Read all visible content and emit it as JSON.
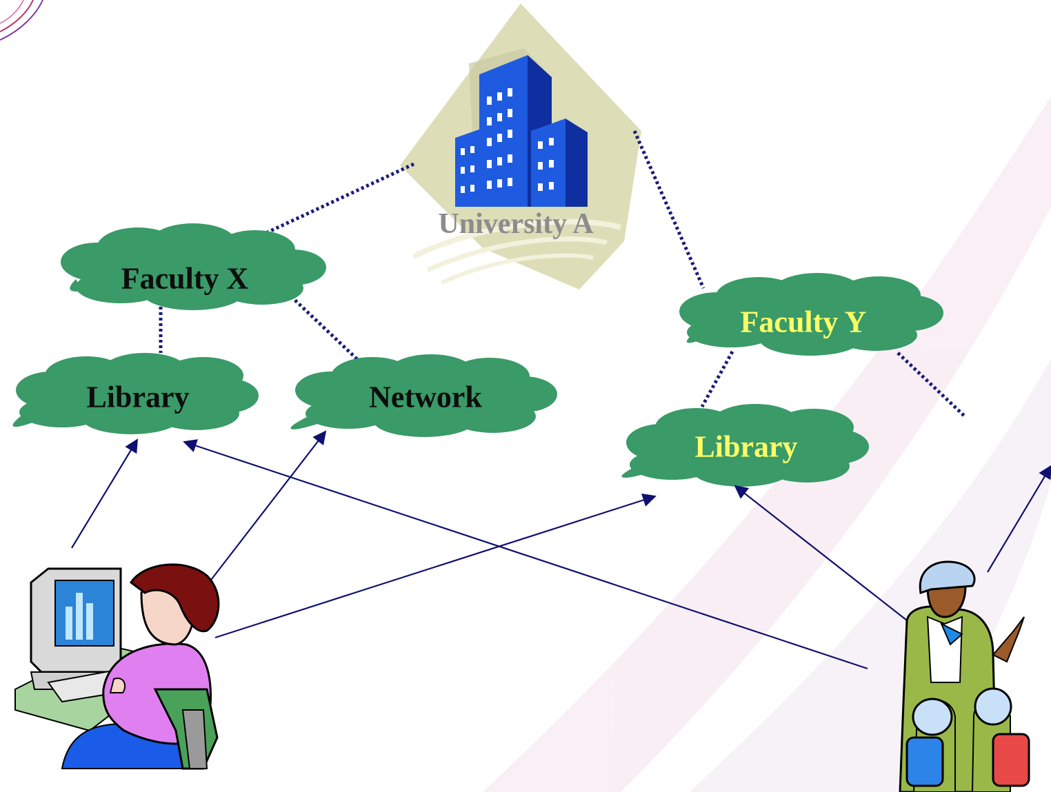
{
  "diagram": {
    "university_label": "University A",
    "faculty_x_label": "Faculty X",
    "faculty_x_library_label": "Library",
    "faculty_x_network_label": "Network",
    "faculty_y_label": "Faculty Y",
    "faculty_y_library_label": "Library"
  },
  "colors": {
    "cloud": "#3a9a68",
    "dotted_link": "#1a1a7a",
    "arrow": "#101070",
    "yellow_text": "#ffff66",
    "building_blue": "#1e5be0",
    "diamond": "#ddddb8"
  }
}
